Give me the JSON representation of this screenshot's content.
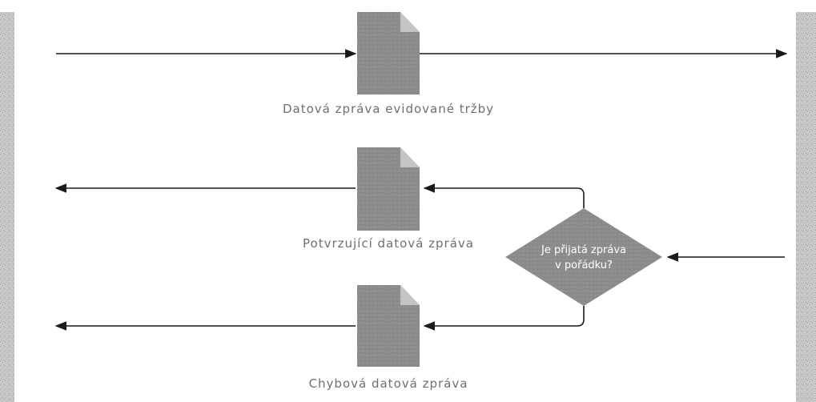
{
  "diagram": {
    "documents": [
      {
        "label": "Datová zpráva evidované tržby"
      },
      {
        "label": "Potvrzující datová zpráva"
      },
      {
        "label": "Chybová datová zpráva"
      }
    ],
    "decision": {
      "line1": "Je přijatá zpráva",
      "line2": "v pořádku?"
    }
  },
  "colors": {
    "shape_fill": "#8f8f8f",
    "shape_fold": "#c4c4c4",
    "bar_fill": "#bdbdbd",
    "arrow": "#1a1a1a",
    "label_text": "#6f6f6f"
  },
  "icons": {
    "document": "document-shape-icon",
    "decision": "decision-diamond-icon"
  }
}
